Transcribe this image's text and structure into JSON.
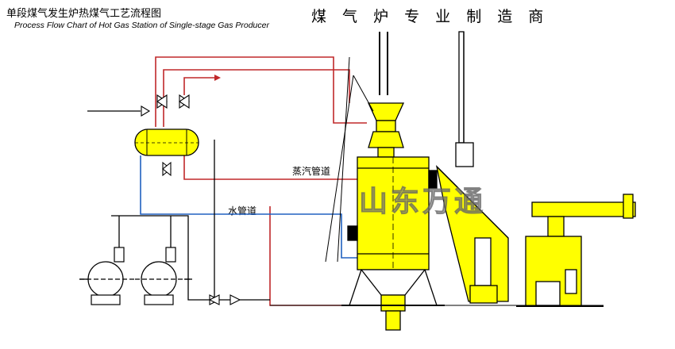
{
  "header": {
    "title_cn": "单段煤气发生炉热煤气工艺流程图",
    "title_en": "Process Flow Chart of Hot Gas Station of Single-stage Gas Producer",
    "brand": "煤 气 炉 专 业 制 造 商"
  },
  "labels": {
    "steam_pipe": "蒸汽管道",
    "water_pipe": "水管道"
  },
  "watermark": "山东万通",
  "colors": {
    "vessel_yellow": "#ffff00",
    "steam_red": "#c0282a",
    "water_blue": "#2060c0",
    "line_black": "#000000",
    "watermark_gray": "#9a9a9a"
  }
}
